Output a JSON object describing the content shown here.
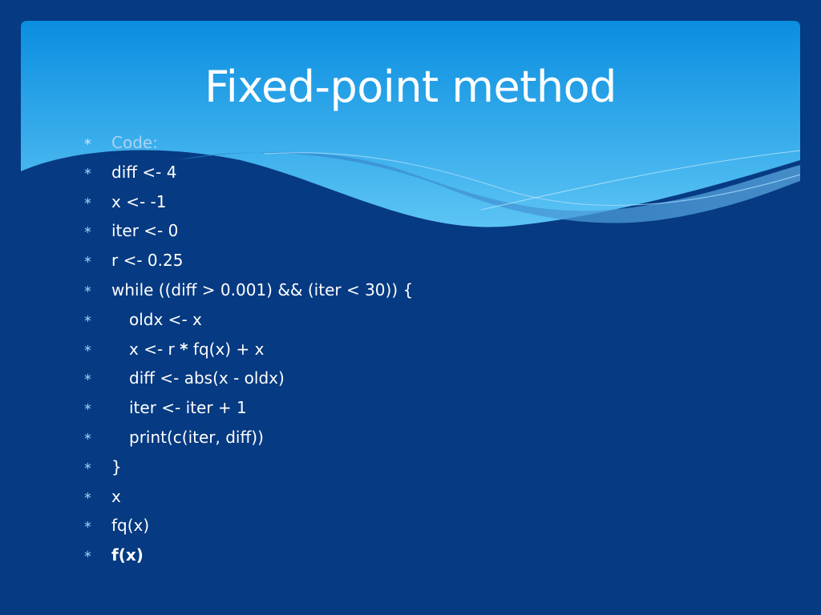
{
  "slide": {
    "title": "Fixed-point method",
    "bullet_marker": "∗",
    "bullets": [
      {
        "text": "Code:",
        "style": "muted"
      },
      {
        "text": "diff <- 4"
      },
      {
        "text": "x <- -1"
      },
      {
        "text": "iter <- 0"
      },
      {
        "text": "r <- 0.25"
      },
      {
        "text": "while ((diff > 0.001) && (iter < 30)) {"
      },
      {
        "text": "oldx <- x",
        "indent": 1
      },
      {
        "text_before": "x <- r ",
        "text_bold": "*",
        "text_after": " fq(x) + x",
        "indent": 1
      },
      {
        "text": "diff <- abs(x - oldx)",
        "indent": 1
      },
      {
        "text": "iter <- iter + 1",
        "indent": 1
      },
      {
        "text": "print(c(iter, diff))",
        "indent": 1
      },
      {
        "text": "}"
      },
      {
        "text": "x"
      },
      {
        "text": "fq(x)"
      },
      {
        "text": "f(x)",
        "style": "bold"
      }
    ]
  },
  "colors": {
    "background": "#063a82",
    "header_top": "#0a8ee0",
    "header_bottom": "#5cc4f4",
    "text": "#ffffff",
    "muted_text": "#a9d2f2"
  }
}
